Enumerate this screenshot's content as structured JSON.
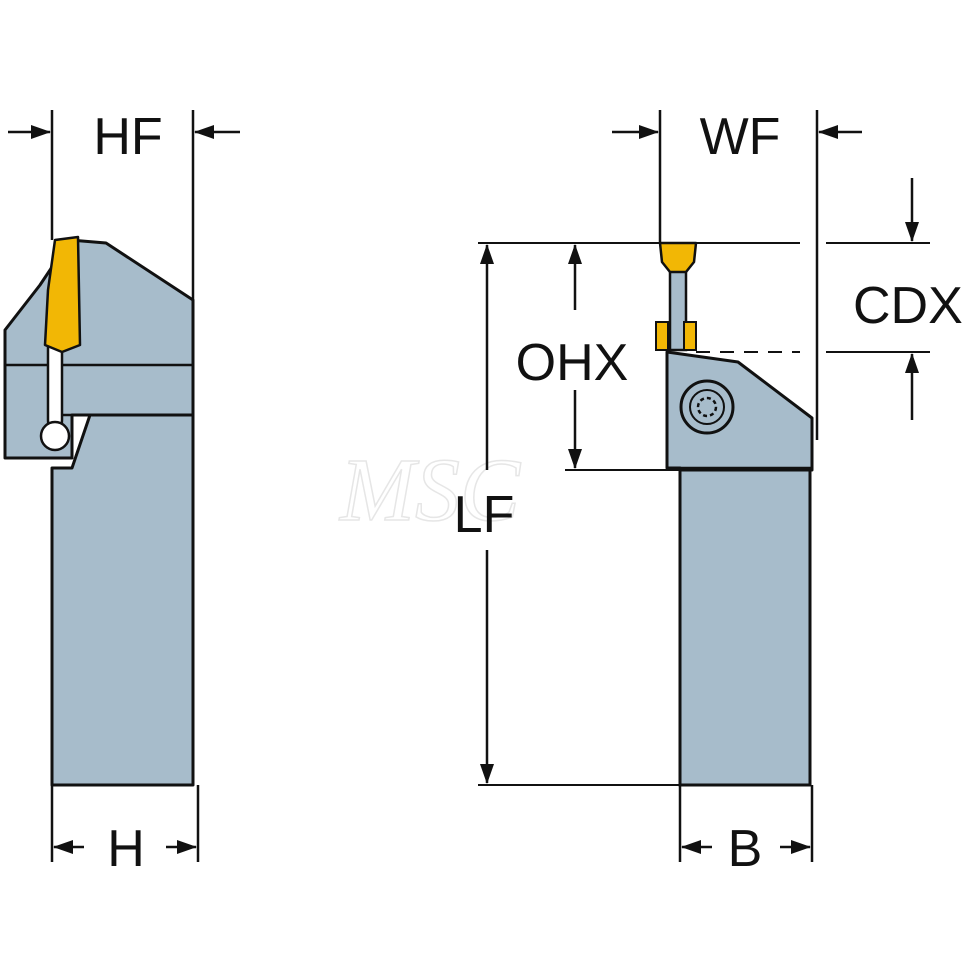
{
  "diagram": {
    "labels": {
      "HF": "HF",
      "H": "H",
      "WF": "WF",
      "B": "B",
      "CDX": "CDX",
      "OHX": "OHX",
      "LF": "LF"
    },
    "watermark": "MSC",
    "colors": {
      "body": "#a7bccb",
      "insert": "#f2b705",
      "outline": "#111111",
      "background": "#ffffff"
    },
    "icons": {
      "clamp_screw": "torx-screw-icon"
    }
  }
}
